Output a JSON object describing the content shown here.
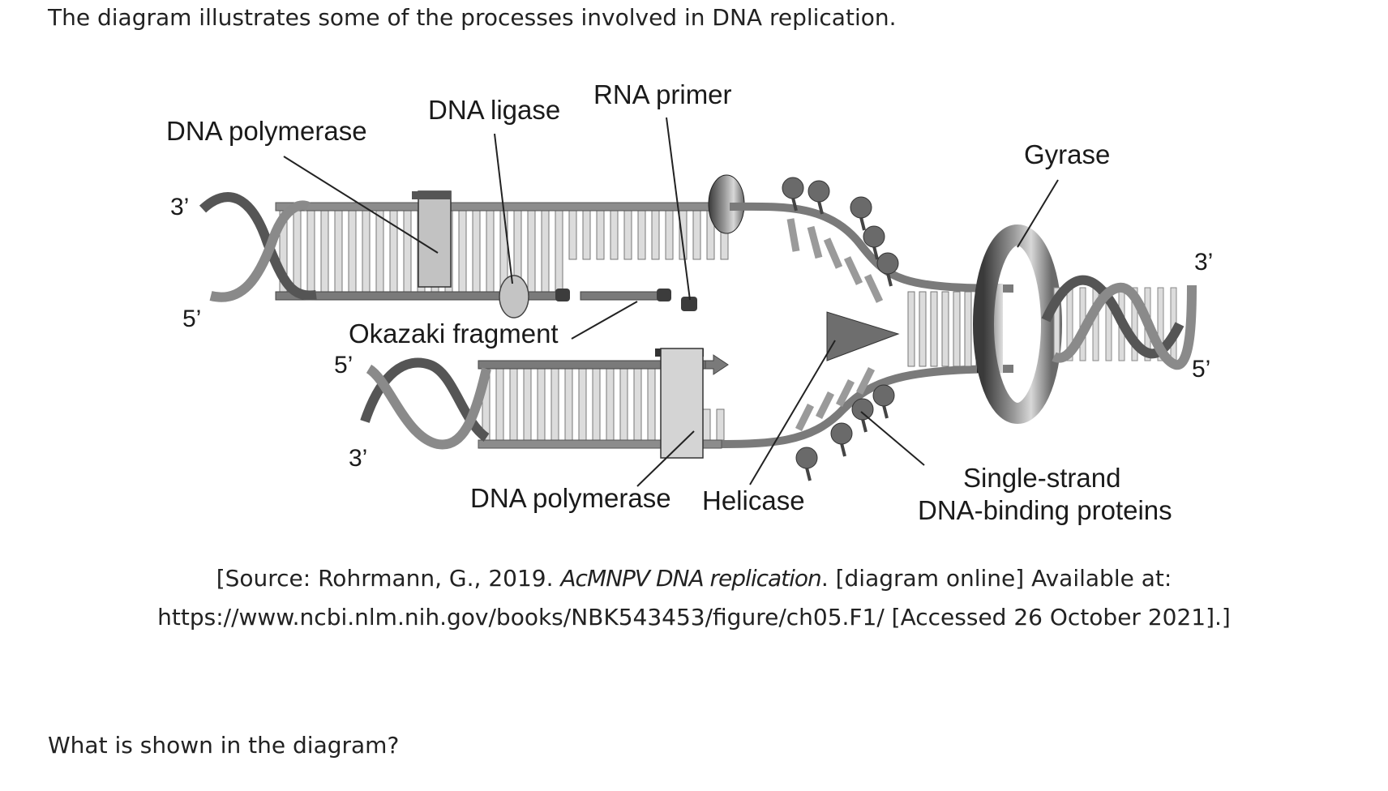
{
  "intro": "The diagram illustrates some of the processes involved in DNA replication.",
  "diagram": {
    "labels": {
      "dna_polymerase_top": "DNA polymerase",
      "dna_ligase": "DNA ligase",
      "rna_primer": "RNA primer",
      "gyrase": "Gyrase",
      "okazaki_fragment": "Okazaki fragment",
      "dna_polymerase_bottom": "DNA polymerase",
      "helicase": "Helicase",
      "ssb_line1": "Single-strand",
      "ssb_line2": "DNA-binding proteins"
    },
    "ends": {
      "left_top_3": "3’",
      "left_top_5": "5’",
      "left_bottom_5": "5’",
      "left_bottom_3": "3’",
      "right_3": "3’",
      "right_5": "5’"
    }
  },
  "source": {
    "prefix": "[Source: Rohrmann, G., 2019. ",
    "title": "AcMNPV DNA replication",
    "suffix": ". [diagram online] Available at:",
    "line2": "https://www.ncbi.nlm.nih.gov/books/NBK543453/figure/ch05.F1/ [Accessed 26 October 2021].]"
  },
  "question": "What is shown in the diagram?"
}
